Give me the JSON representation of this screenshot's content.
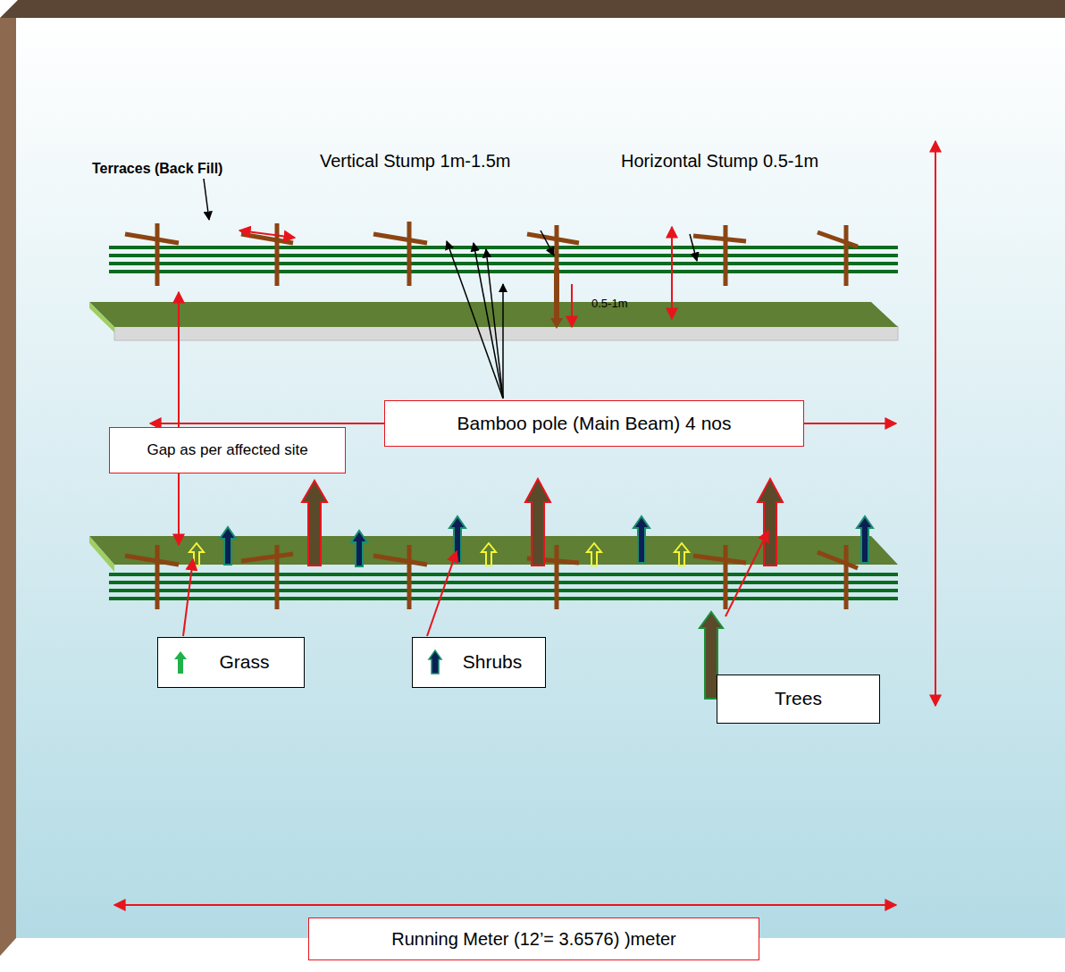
{
  "diagram": {
    "nodes": [
      {
        "text": [
          "Bamboo pole (Main Beam) 4 nos"
        ]
      },
      {
        "text": [
          "Gap as per affected site"
        ]
      },
      {
        "text": [
          "Grass"
        ]
      },
      {
        "text": [
          "Shrubs"
        ]
      },
      {
        "text": [
          "Trees"
        ]
      },
      {
        "text": [
          "Running Meter (12’= 3.6576) )meter"
        ]
      }
    ],
    "labels": [
      "Terraces (Back Fill)",
      "Vertical Stump 1m-1.5m",
      "Horizontal Stump 0.5-1m",
      "0.5-1m"
    ]
  }
}
